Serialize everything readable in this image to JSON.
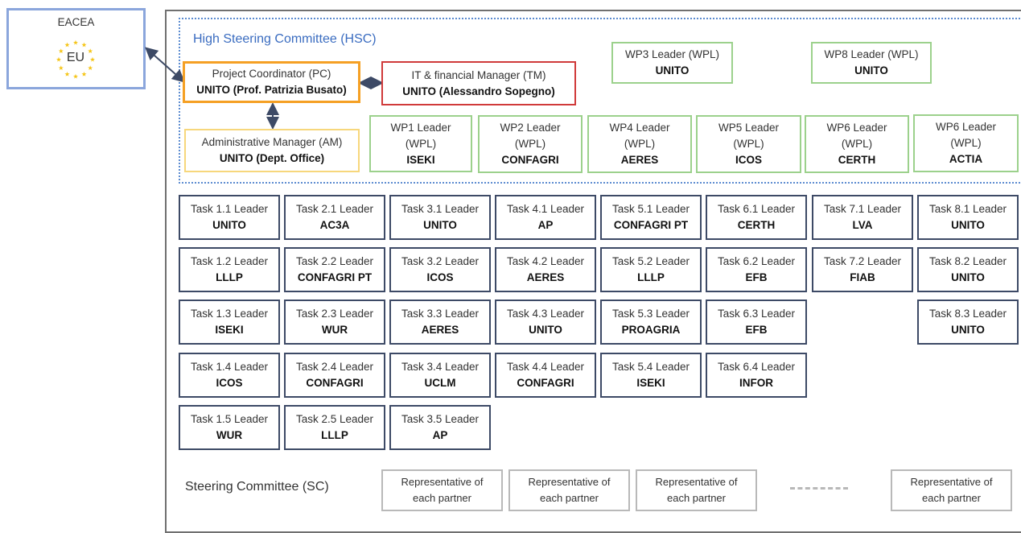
{
  "eacea": {
    "label": "EACEA",
    "logo_text": "EU"
  },
  "hsc": {
    "title": "High Steering Committee (HSC)"
  },
  "pc": {
    "role": "Project Coordinator (PC)",
    "name": "UNITO (Prof. Patrizia Busato)"
  },
  "tm": {
    "role": "IT & financial Manager (TM)",
    "name": "UNITO (Alessandro Sopegno)"
  },
  "am": {
    "role": "Administrative Manager (AM)",
    "name": "UNITO (Dept. Office)"
  },
  "wp_top": [
    {
      "role": "WP3 Leader (WPL)",
      "name": "UNITO"
    },
    {
      "role": "WP8 Leader (WPL)",
      "name": "UNITO"
    }
  ],
  "wp_row": [
    {
      "line1": "WP1 Leader",
      "line2": "(WPL)",
      "name": "ISEKI"
    },
    {
      "line1": "WP2 Leader",
      "line2": "(WPL)",
      "name": "CONFAGRI"
    },
    {
      "line1": "WP4 Leader",
      "line2": "(WPL)",
      "name": "AERES"
    },
    {
      "line1": "WP5 Leader",
      "line2": "(WPL)",
      "name": "ICOS"
    },
    {
      "line1": "WP6 Leader",
      "line2": "(WPL)",
      "name": "CERTH"
    },
    {
      "line1": "WP6 Leader",
      "line2": "(WPL)",
      "name": "ACTIA"
    }
  ],
  "tasks": {
    "row1": [
      {
        "title": "Task 1.1 Leader",
        "name": "UNITO"
      },
      {
        "title": "Task 2.1 Leader",
        "name": "AC3A"
      },
      {
        "title": "Task 3.1 Leader",
        "name": "UNITO"
      },
      {
        "title": "Task 4.1 Leader",
        "name": "AP"
      },
      {
        "title": "Task 5.1 Leader",
        "name": "CONFAGRI PT"
      },
      {
        "title": "Task 6.1 Leader",
        "name": "CERTH"
      },
      {
        "title": "Task 7.1 Leader",
        "name": "LVA"
      },
      {
        "title": "Task 8.1 Leader",
        "name": "UNITO"
      }
    ],
    "row2": [
      {
        "title": "Task 1.2 Leader",
        "name": "LLLP"
      },
      {
        "title": "Task 2.2 Leader",
        "name": "CONFAGRI PT"
      },
      {
        "title": "Task 3.2 Leader",
        "name": "ICOS"
      },
      {
        "title": "Task 4.2 Leader",
        "name": "AERES"
      },
      {
        "title": "Task 5.2 Leader",
        "name": "LLLP"
      },
      {
        "title": "Task 6.2 Leader",
        "name": "EFB"
      },
      {
        "title": "Task 7.2 Leader",
        "name": "FIAB"
      },
      {
        "title": "Task 8.2 Leader",
        "name": "UNITO"
      }
    ],
    "row3": [
      {
        "title": "Task 1.3 Leader",
        "name": "ISEKI"
      },
      {
        "title": "Task 2.3 Leader",
        "name": "WUR"
      },
      {
        "title": "Task 3.3 Leader",
        "name": "AERES"
      },
      {
        "title": "Task 4.3 Leader",
        "name": "UNITO"
      },
      {
        "title": "Task 5.3 Leader",
        "name": "PROAGRIA"
      },
      {
        "title": "Task 6.3 Leader",
        "name": "EFB"
      },
      {
        "title": "Task 8.3 Leader",
        "name": "UNITO"
      }
    ],
    "row4": [
      {
        "title": "Task 1.4 Leader",
        "name": "ICOS"
      },
      {
        "title": "Task 2.4 Leader",
        "name": "CONFAGRI"
      },
      {
        "title": "Task 3.4 Leader",
        "name": "UCLM"
      },
      {
        "title": "Task 4.4 Leader",
        "name": "CONFAGRI"
      },
      {
        "title": "Task 5.4 Leader",
        "name": "ISEKI"
      },
      {
        "title": "Task 6.4 Leader",
        "name": "INFOR"
      }
    ],
    "row5": [
      {
        "title": "Task 1.5 Leader",
        "name": "WUR"
      },
      {
        "title": "Task 2.5 Leader",
        "name": "LLLP"
      },
      {
        "title": "Task 3.5 Leader",
        "name": "AP"
      }
    ]
  },
  "sc": {
    "title": "Steering Committee (SC)",
    "reps": [
      {
        "line1": "Representative of",
        "line2": "each partner"
      },
      {
        "line1": "Representative of",
        "line2": "each partner"
      },
      {
        "line1": "Representative of",
        "line2": "each partner"
      },
      {
        "line1": "Representative of",
        "line2": "each partner"
      }
    ]
  },
  "colors": {
    "pc_border": "#f5a024",
    "tm_border": "#d03a3a",
    "am_border": "#f7d77c",
    "wpl_border": "#9cd18c",
    "task_border": "#3d4a66",
    "hsc_border": "#5b8bd0",
    "eacea_border": "#8ba6dc",
    "eu_stars": "#f5c518"
  }
}
